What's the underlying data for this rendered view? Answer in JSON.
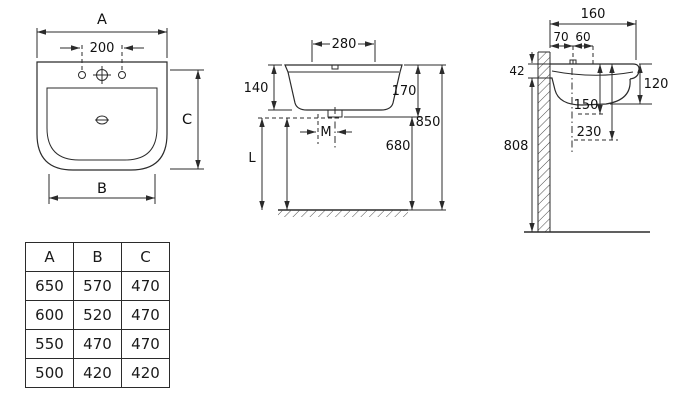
{
  "front_view": {
    "width_label": "A",
    "tap_spacing": "200",
    "height_label": "C",
    "bowl_width_label": "B"
  },
  "elevation_view": {
    "top_width": "280",
    "left_height": "140",
    "right_height": "170",
    "drain_offset_label": "M",
    "floor_height_label": "L",
    "outlet_height": "680",
    "rim_height": "850"
  },
  "side_view": {
    "depth": "160",
    "wall_to_tap": "70",
    "tap_offset": "60",
    "back_rim_thickness": "42",
    "front_apron_height": "120",
    "outlet_depth_1": "150",
    "outlet_depth_2": "230",
    "under_rim_height": "808"
  },
  "table": {
    "headers": [
      "A",
      "B",
      "C"
    ],
    "rows": [
      [
        "650",
        "570",
        "470"
      ],
      [
        "600",
        "520",
        "470"
      ],
      [
        "550",
        "470",
        "470"
      ],
      [
        "500",
        "420",
        "420"
      ]
    ]
  }
}
